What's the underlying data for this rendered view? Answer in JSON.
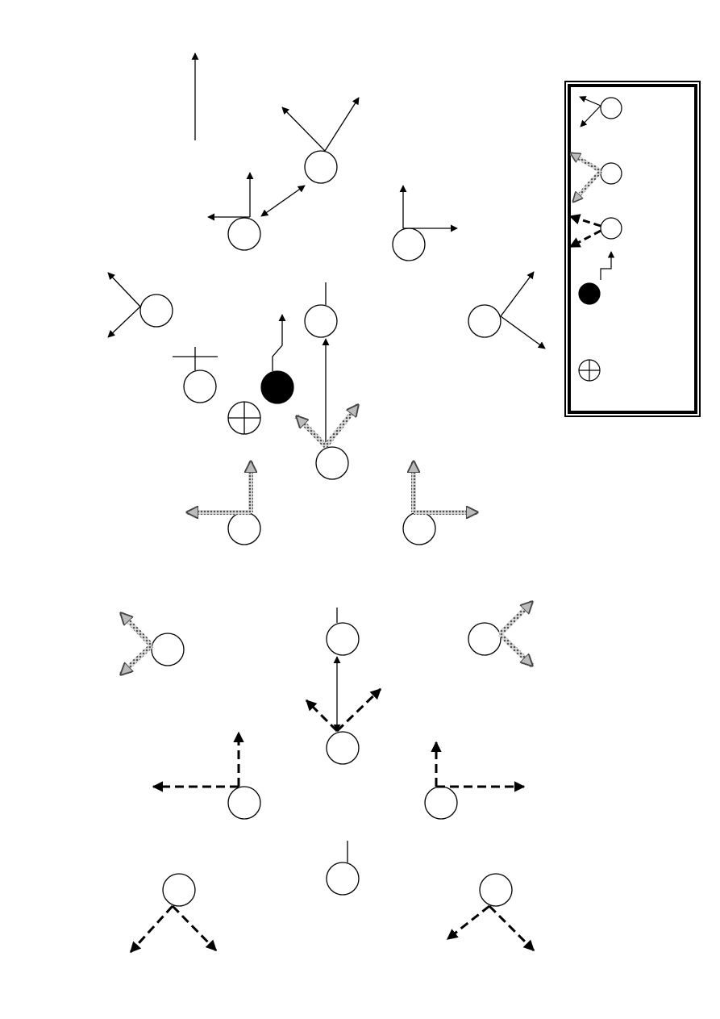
{
  "diagram": {
    "background": "#ffffff",
    "stroke_color": "#000000",
    "hatched_color": "#999999",
    "solid_circle_color": "#000000",
    "legend": {
      "entries": [
        {
          "name": "legend-solid-arrow-player",
          "line_style": "solid-arrow",
          "icon": "open-circle"
        },
        {
          "name": "legend-hatched-arrow-player",
          "line_style": "hatched-arrow",
          "icon": "open-circle"
        },
        {
          "name": "legend-dashed-arrow-player",
          "line_style": "dashed-arrow",
          "icon": "open-circle"
        },
        {
          "name": "legend-zigzag-arrow-player",
          "line_style": "zigzag-arrow",
          "icon": "filled-circle"
        },
        {
          "name": "legend-crosshair-player",
          "line_style": "none",
          "icon": "crosshair-circle"
        }
      ]
    },
    "sections": [
      {
        "name": "top-formation",
        "line_style": "solid-arrow",
        "player_count": 9
      },
      {
        "name": "middle-formation",
        "line_style": "hatched-arrow",
        "player_count": 6
      },
      {
        "name": "bottom-formation",
        "line_style": "dashed-arrow",
        "player_count": 7
      }
    ]
  }
}
